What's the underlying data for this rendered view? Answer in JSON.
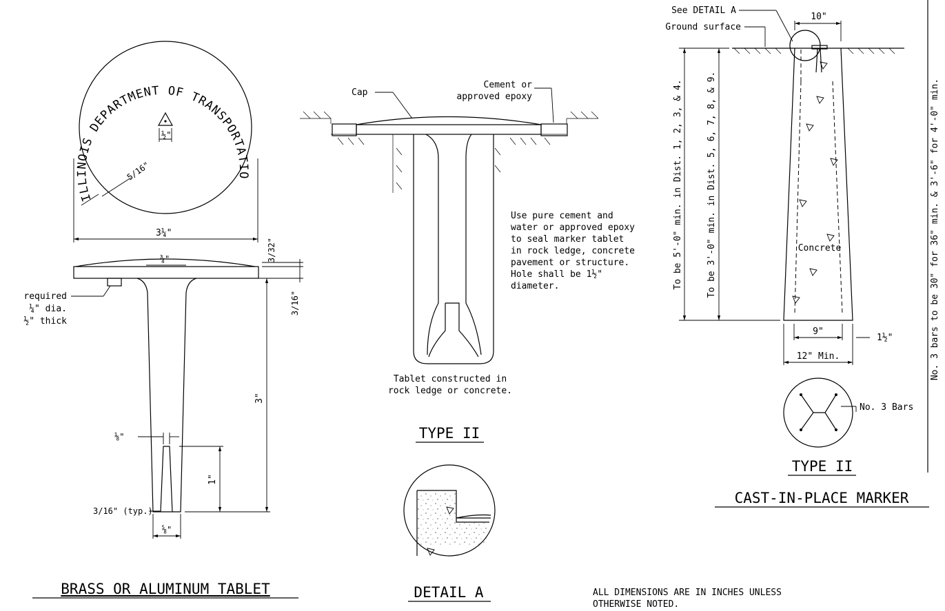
{
  "tablet": {
    "ring_text": "ILLINOIS DEPARTMENT OF TRANSPORTATION",
    "dim_overall": "3¼\"",
    "dim_border": "5/16\"",
    "dim_triangle": "½\"",
    "dim_cap": "3/32\"",
    "dim_head": "3/16\"",
    "dim_stem_top": "¾\"",
    "dim_length": "3\"",
    "dim_slot_len": "1\"",
    "dim_slot_w": "⅛\"",
    "dim_bottom": "⅝\"",
    "dim_typ": "3/16\" (typ.)",
    "note": [
      "required",
      "¼\" dia.",
      "½\" thick"
    ],
    "title": "BRASS OR ALUMINUM TABLET"
  },
  "type2": {
    "cap_label": "Cap",
    "cement_label": [
      "Cement or",
      "approved epoxy"
    ],
    "use_note": [
      "Use pure cement and",
      "water or approved epoxy",
      "to seal marker tablet",
      "in rock ledge, concrete",
      "pavement or structure.",
      "Hole shall be 1½\"",
      "diameter."
    ],
    "tablet_note": [
      "Tablet constructed in",
      "rock ledge or concrete."
    ],
    "title": "TYPE II"
  },
  "detailA": {
    "title": "DETAIL A"
  },
  "cast": {
    "see_detail": "See DETAIL A",
    "ground_surface": "Ground surface",
    "dim_top": "10\"",
    "dist_1_4": "To be 5'-0\" min. in Dist. 1, 2, 3, & 4.",
    "dist_5_9": "To be 3'-0\" min. in Dist. 5, 6, 7, 8, & 9.",
    "concrete": "Concrete",
    "dim_9": "9\"",
    "dim_12": "12\" Min.",
    "dim_1_5": "1½\"",
    "bars_label": "No. 3 Bars",
    "section_title": "TYPE II",
    "title": "CAST-IN-PLACE MARKER",
    "bars_note": "No. 3 bars to be 30\" for 36\" min. & 3'-6\" for 4'-0\" min."
  },
  "footer_note": [
    "ALL DIMENSIONS ARE IN INCHES UNLESS",
    "OTHERWISE NOTED."
  ]
}
